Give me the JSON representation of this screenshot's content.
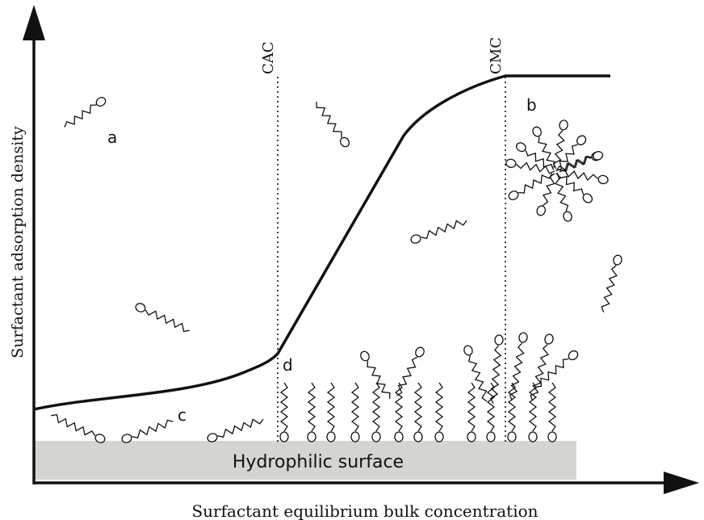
{
  "axes": {
    "xlabel": "Surfactant equilibrium bulk concentration",
    "ylabel": "Surfactant adsorption density"
  },
  "markers": {
    "cac": "CAC",
    "cmc": "CMC"
  },
  "points": {
    "a": "a",
    "b": "b",
    "c": "c",
    "d": "d"
  },
  "surface": {
    "label": "Hydrophilic surface",
    "color": "#d3d6d0"
  },
  "colors": {
    "ink": "#111111"
  }
}
